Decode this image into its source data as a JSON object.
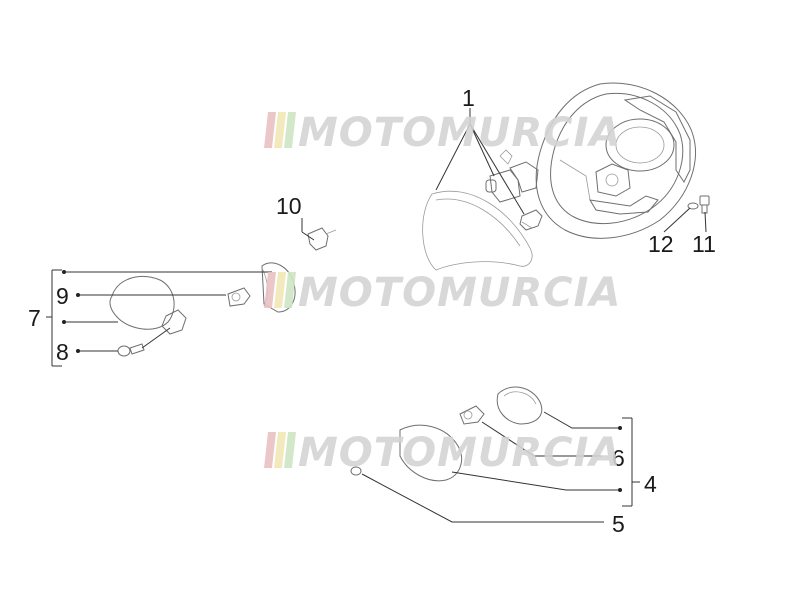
{
  "diagram": {
    "callouts": {
      "c1": "1",
      "c4": "4",
      "c5": "5",
      "c6": "6",
      "c7": "7",
      "c8": "8",
      "c9": "9",
      "c10": "10",
      "c11": "11",
      "c12": "12"
    }
  },
  "watermark": {
    "text": "MOTOMURCIA",
    "stripe_colors": [
      "#e9c2c2",
      "#f1e7b5",
      "#cfe6c4"
    ],
    "text_color": "#d4d4d4"
  }
}
